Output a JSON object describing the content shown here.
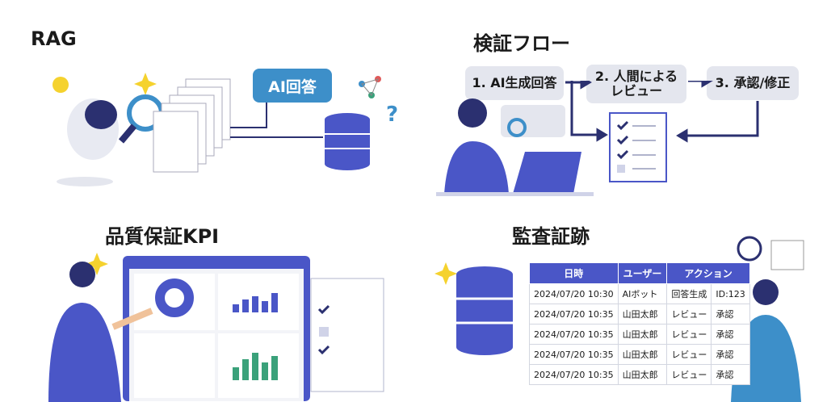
{
  "panels": {
    "rag": {
      "title": "RAG",
      "bubble": "AI回答"
    },
    "flow": {
      "title": "検証フロー",
      "steps": [
        "1. AI生成回答",
        "2. 人間による\nレビュー",
        "3. 承認/修正"
      ]
    },
    "kpi": {
      "title": "品質保証KPI"
    },
    "audit": {
      "title": "監査証跡",
      "headers": [
        "日時",
        "ユーザー",
        "アクション"
      ],
      "rows": [
        [
          "2024/07/20 10:30",
          "AIボット",
          "回答生成",
          "ID:123"
        ],
        [
          "2024/07/20 10:35",
          "山田太郎",
          "レビュー",
          "承認"
        ],
        [
          "2024/07/20 10:35",
          "山田太郎",
          "レビュー",
          "承認"
        ],
        [
          "2024/07/20 10:35",
          "山田太郎",
          "レビュー",
          "承認"
        ],
        [
          "2024/07/20 10:35",
          "山田太郎",
          "レビュー",
          "承認"
        ]
      ]
    }
  },
  "colors": {
    "primary": "#4a56c7",
    "navy": "#2b3070",
    "bubble": "#3d8fc9",
    "box": "#e4e6ee",
    "accent": "#f5d22e",
    "green": "#3aa17a"
  }
}
